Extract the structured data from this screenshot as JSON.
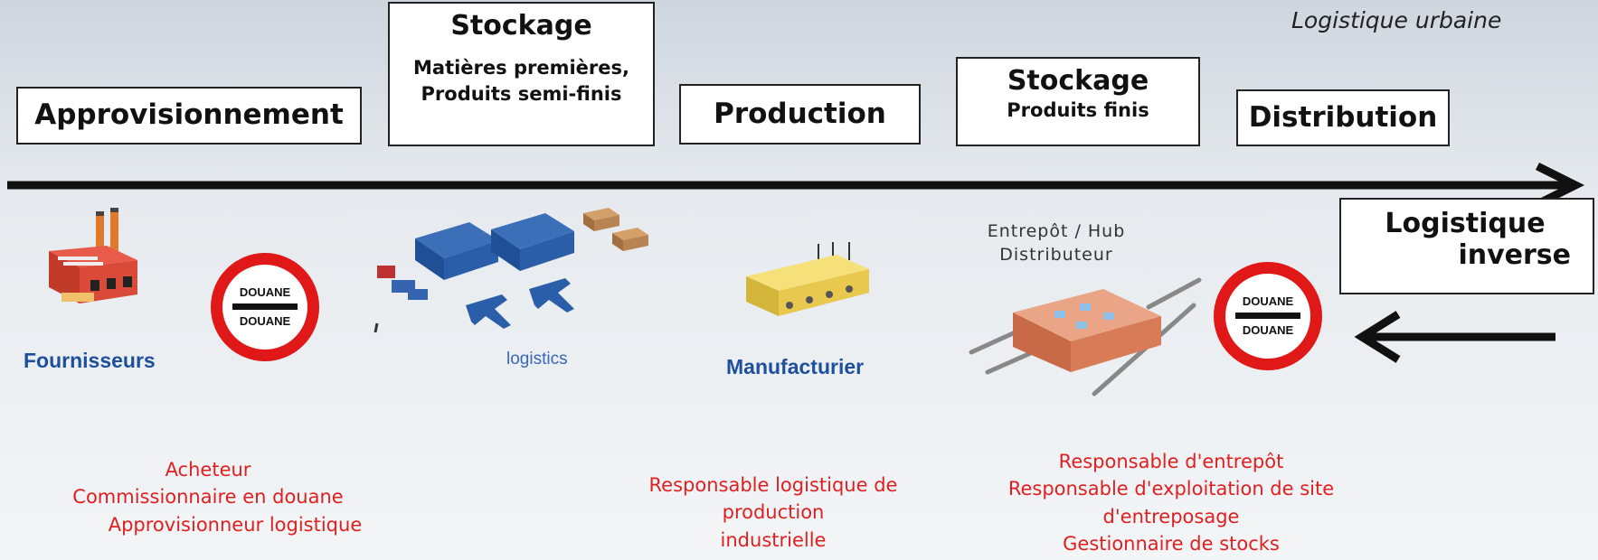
{
  "header": {
    "urban_logistics": "Logistique urbaine"
  },
  "stages": [
    {
      "title": "Approvisionnement"
    },
    {
      "title": "Stockage",
      "sub1": "Matières premières,",
      "sub2": "Produits semi-finis"
    },
    {
      "title": "Production"
    },
    {
      "title": "Stockage",
      "sub1": "Produits finis"
    },
    {
      "title": "Distribution"
    }
  ],
  "reverse": {
    "line1": "Logistique",
    "line2": "inverse"
  },
  "douane": {
    "text": "DOUANE"
  },
  "actors": {
    "fournisseurs": "Fournisseurs",
    "logistics": "logistics",
    "manufacturier": "Manufacturier",
    "hub_line1": "Entrepôt / Hub",
    "hub_line2": "Distributeur"
  },
  "roles": {
    "left": [
      "Acheteur",
      "Commissionnaire en douane",
      "Approvisionneur logistique"
    ],
    "middle": [
      "Responsable logistique de",
      "production",
      "industrielle"
    ],
    "right": [
      "Responsable d'entrepôt",
      "Responsable d'exploitation de site",
      "d'entreposage",
      "Gestionnaire de stocks"
    ]
  },
  "colors": {
    "arrow": "#111111",
    "roles": "#e02020",
    "actors": "#1d4f9c",
    "douane_ring": "#e01818"
  },
  "icons": [
    "factory-icon",
    "douane-sign-icon",
    "logistics-icon",
    "manufacturer-icon",
    "warehouse-icon"
  ]
}
